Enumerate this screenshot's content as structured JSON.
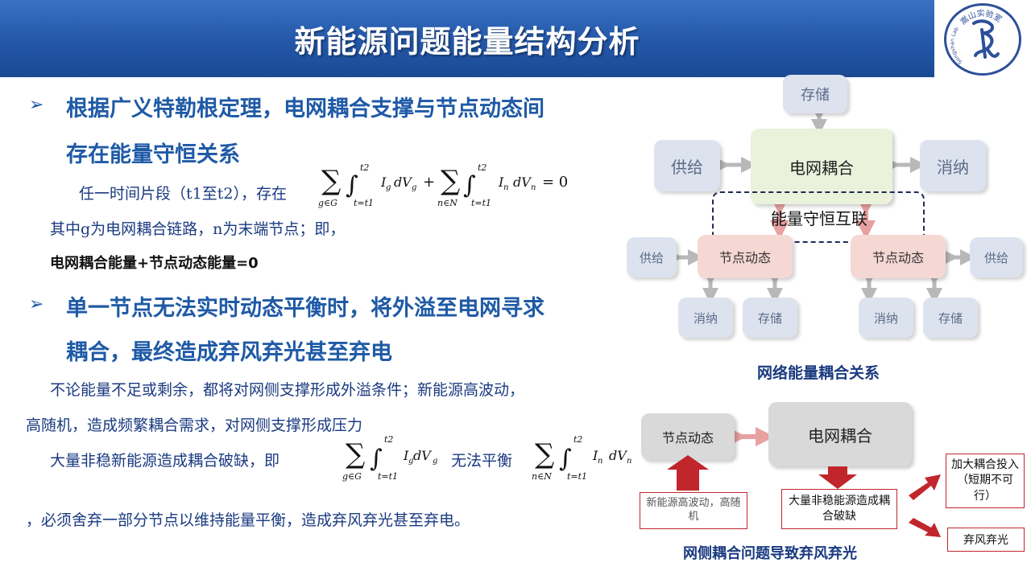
{
  "header": {
    "title": "新能源问题能量结构分析"
  },
  "logo": {
    "name": "嵩山实验室",
    "english": "Songshan Laboratory"
  },
  "left": {
    "bullet1_line1": "根据广义特勒根定理，电网耦合支撑与节点动态间",
    "bullet1_line2": "存在能量守恒关系",
    "formula_intro": "任一时间片段（t1至t2），存在",
    "explain": "其中g为电网耦合链路，n为末端节点；即，",
    "equation_text": "电网耦合能量+节点动态能量=0",
    "bullet2_line1": "单一节点无法实时动态平衡时，将外溢至电网寻求",
    "bullet2_line2": "耦合，最终造成弃风弃光甚至弃电",
    "para1_line1": "不论能量不足或剩余，都将对网侧支撑形成外溢条件；新能源高波动，",
    "para1_line2": "高随机，造成频繁耦合需求，对网侧支撑形成压力",
    "para2_prefix": "大量非稳新能源造成耦合破缺，即",
    "para2_mid": "无法平衡",
    "para3": "，必须舍弃一部分节点以维持能量平衡，造成弃风弃光甚至弃电。"
  },
  "diagram1": {
    "storage_top": "存储",
    "supply_left": "供给",
    "grid": "电网耦合",
    "consume_right": "消纳",
    "conservation": "能量守恒互联",
    "left_supply": "供给",
    "left_node": "节点动态",
    "left_consume": "消纳",
    "left_storage": "存储",
    "right_node": "节点动态",
    "right_supply": "供给",
    "right_consume": "消纳",
    "right_storage": "存储",
    "caption": "网络能量耦合关系"
  },
  "diagram2": {
    "node": "节点动态",
    "grid": "电网耦合",
    "cause_left": "新能源高波动，高随机",
    "cause_right": "大量非稳能源造成耦合破缺",
    "outcome1": "加大耦合投入（短期不可行）",
    "outcome2": "弃风弃光",
    "caption": "网侧耦合问题导致弃风弃光"
  },
  "colors": {
    "header": "#2357a8",
    "title_blue": "#1f5aa6",
    "body_blue": "#1a3a80",
    "arrow_red": "#c0262c",
    "arrow_pink": "#e8a0a0",
    "arrow_gray": "#b8b8b8"
  }
}
